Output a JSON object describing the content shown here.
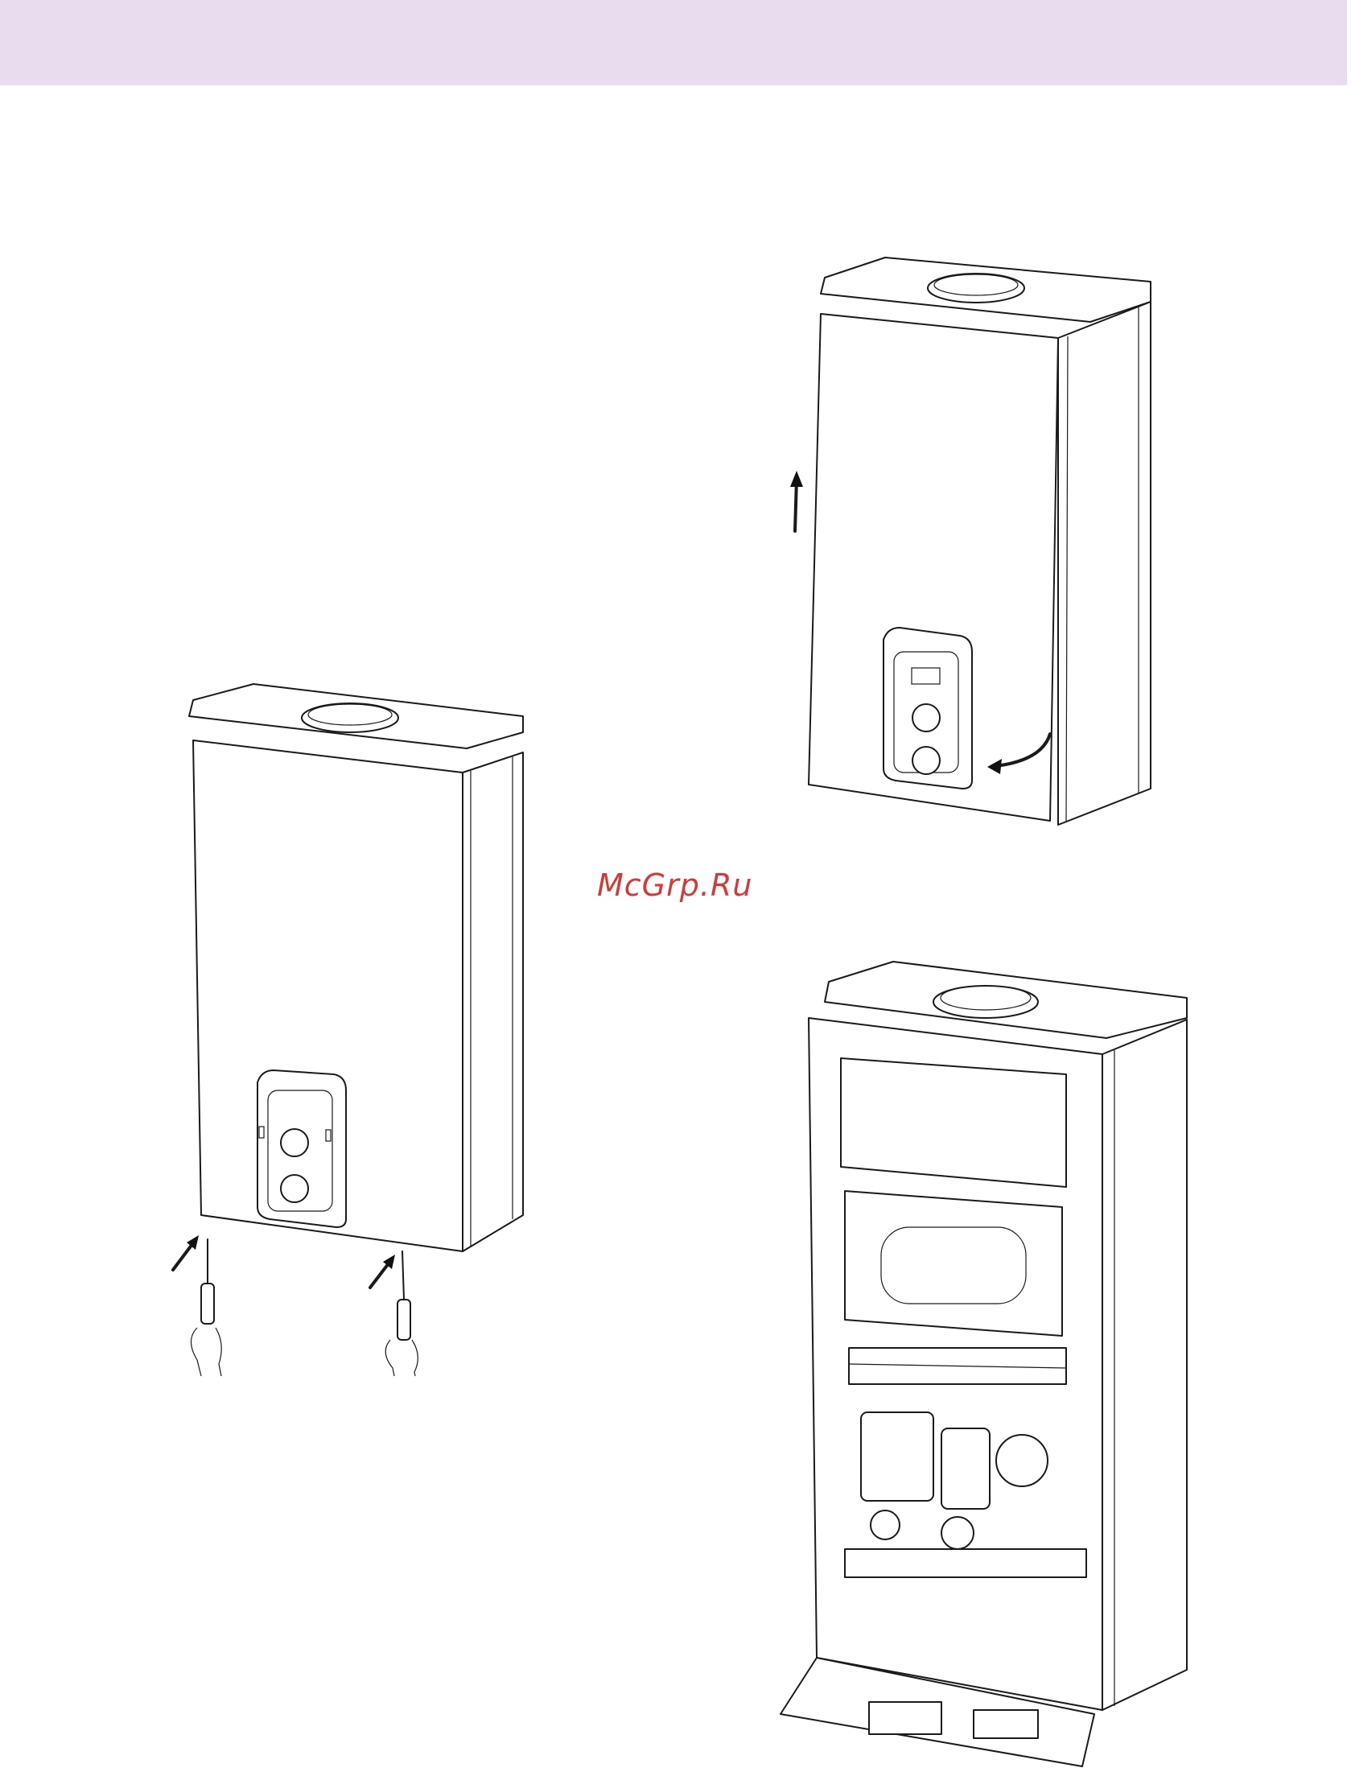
{
  "header": {
    "color": "#e9dcef"
  },
  "watermark": {
    "text": "McGrp.Ru",
    "color": "#d23a3a"
  },
  "figures": {
    "boiler_closed": {
      "icon": "boiler-front-casing-icon",
      "arrows": 2,
      "tools": "screwdriver-hands-icon"
    },
    "boiler_lifting": {
      "icon": "boiler-casing-removal-icon",
      "arrows": 2
    },
    "boiler_open": {
      "icon": "boiler-internal-components-icon"
    }
  }
}
